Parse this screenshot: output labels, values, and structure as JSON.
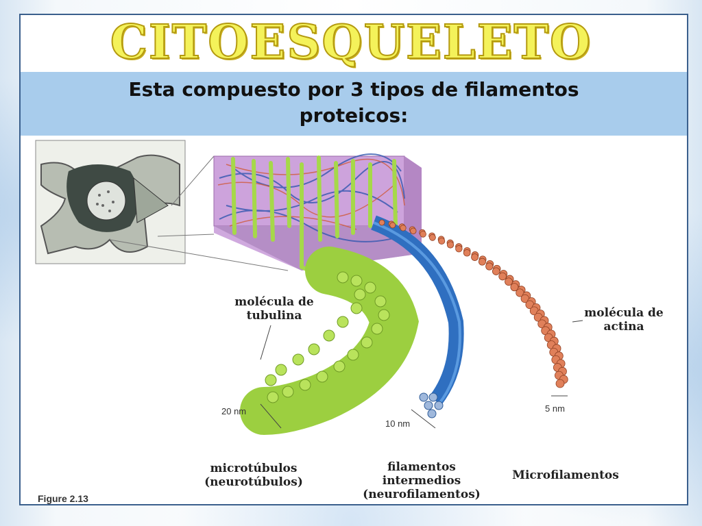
{
  "title": "CITOESQUELETO",
  "subtitle_line1": "Esta compuesto por 3 tipos de filamentos",
  "subtitle_line2": "proteicos:",
  "labels": {
    "tubulin_line1": "molécula de",
    "tubulin_line2": "tubulina",
    "actin_line1": "molécula de",
    "actin_line2": "actina",
    "micro_line1": "microtúbulos",
    "micro_line2": "(neurotúbulos)",
    "inter_line1": "filamentos",
    "inter_line2": "intermedios",
    "inter_line3": "(neurofilamentos)",
    "microfil": "Microfilamentos"
  },
  "measurements": {
    "microtubule": "20 nm",
    "intermediate": "10 nm",
    "microfilament": "5 nm"
  },
  "figure_caption": "Figure 2.13",
  "colors": {
    "title_fill": "#f4f25a",
    "band": "#a8ccec",
    "frame": "#3a5f8c",
    "tubulin": "#a6d84a",
    "intermediate": "#2f6fc0",
    "actin": "#d9724a",
    "cube": "#c79ad8"
  }
}
